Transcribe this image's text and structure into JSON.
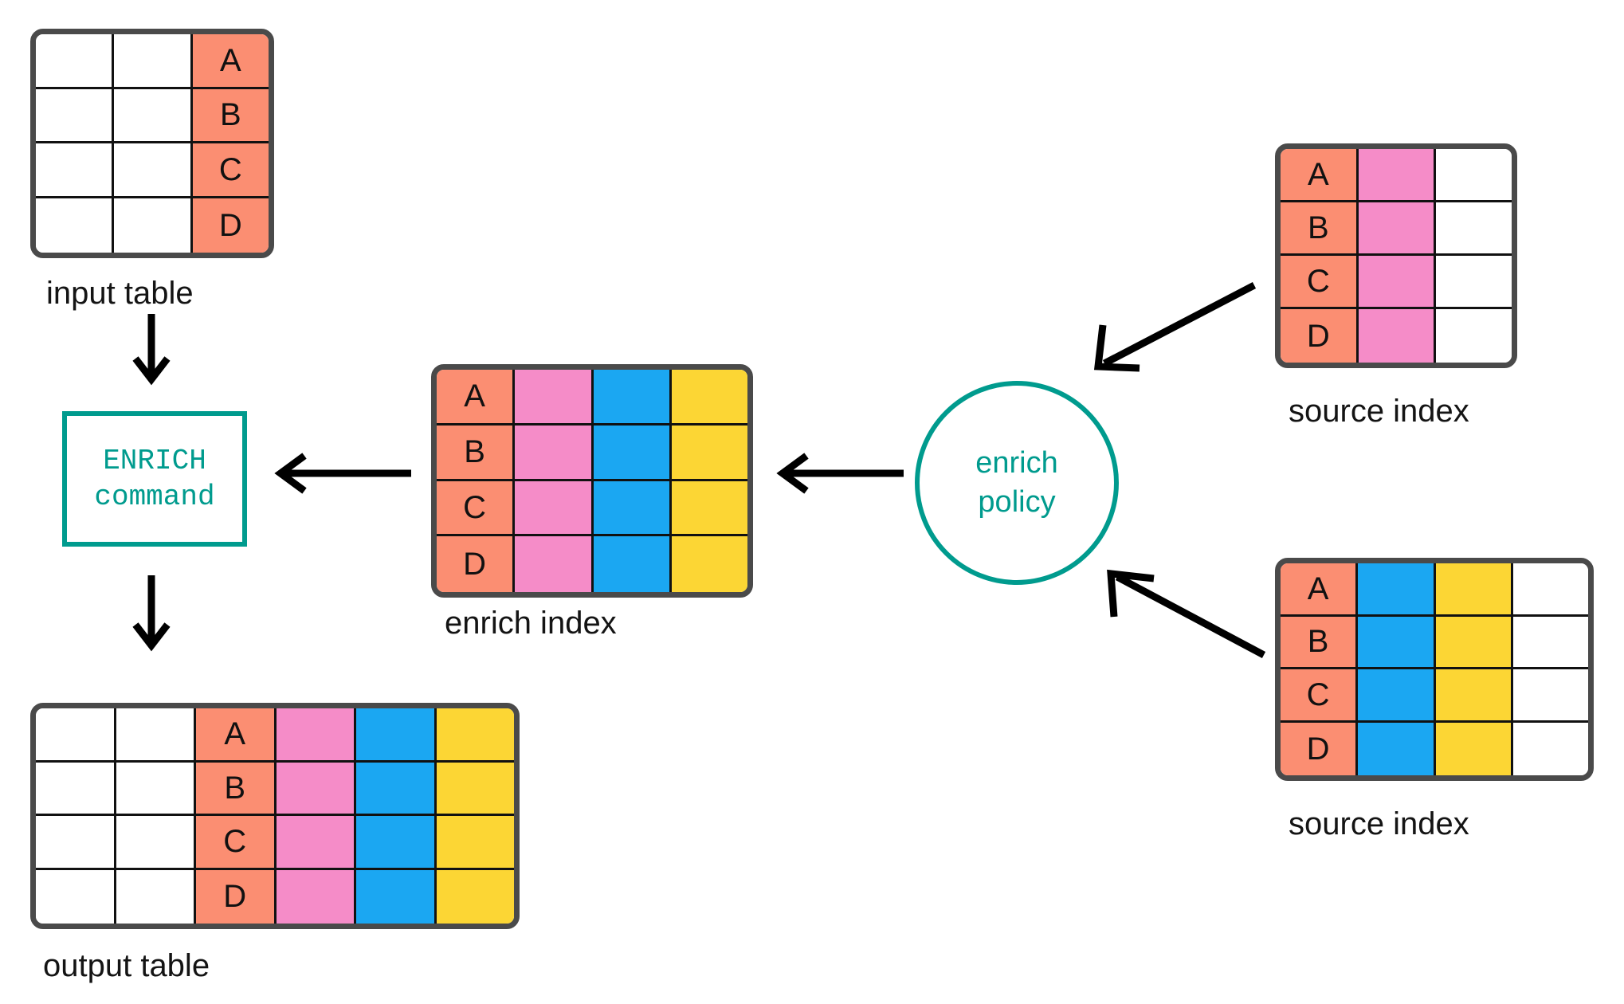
{
  "diagram": {
    "title": "ENRICH command enrich policy flow",
    "colors": {
      "salmon": "#FB8E72",
      "pink": "#F58CC8",
      "blue": "#1BA7F2",
      "yellow": "#FCD634",
      "teal": "#009B8E",
      "table_border": "#4a4a4a",
      "grid_line": "#111111",
      "arrow": "#000000"
    }
  },
  "input_table": {
    "caption": "input table",
    "columns": [
      "white",
      "white",
      "salmon"
    ],
    "rows": [
      {
        "cells": [
          {
            "fill": "white",
            "text": ""
          },
          {
            "fill": "white",
            "text": ""
          },
          {
            "fill": "salmon",
            "text": "A"
          }
        ]
      },
      {
        "cells": [
          {
            "fill": "white",
            "text": ""
          },
          {
            "fill": "white",
            "text": ""
          },
          {
            "fill": "salmon",
            "text": "B"
          }
        ]
      },
      {
        "cells": [
          {
            "fill": "white",
            "text": ""
          },
          {
            "fill": "white",
            "text": ""
          },
          {
            "fill": "salmon",
            "text": "C"
          }
        ]
      },
      {
        "cells": [
          {
            "fill": "white",
            "text": ""
          },
          {
            "fill": "white",
            "text": ""
          },
          {
            "fill": "salmon",
            "text": "D"
          }
        ]
      }
    ]
  },
  "enrich_command": {
    "line1": "ENRICH",
    "line2": "command"
  },
  "enrich_index": {
    "caption": "enrich index",
    "columns": [
      "salmon",
      "pink",
      "blue",
      "yellow"
    ],
    "rows": [
      {
        "cells": [
          {
            "fill": "salmon",
            "text": "A"
          },
          {
            "fill": "pink",
            "text": ""
          },
          {
            "fill": "blue",
            "text": ""
          },
          {
            "fill": "yellow",
            "text": ""
          }
        ]
      },
      {
        "cells": [
          {
            "fill": "salmon",
            "text": "B"
          },
          {
            "fill": "pink",
            "text": ""
          },
          {
            "fill": "blue",
            "text": ""
          },
          {
            "fill": "yellow",
            "text": ""
          }
        ]
      },
      {
        "cells": [
          {
            "fill": "salmon",
            "text": "C"
          },
          {
            "fill": "pink",
            "text": ""
          },
          {
            "fill": "blue",
            "text": ""
          },
          {
            "fill": "yellow",
            "text": ""
          }
        ]
      },
      {
        "cells": [
          {
            "fill": "salmon",
            "text": "D"
          },
          {
            "fill": "pink",
            "text": ""
          },
          {
            "fill": "blue",
            "text": ""
          },
          {
            "fill": "yellow",
            "text": ""
          }
        ]
      }
    ]
  },
  "enrich_policy": {
    "line1": "enrich",
    "line2": "policy"
  },
  "source_index_top": {
    "caption": "source index",
    "columns": [
      "salmon",
      "pink",
      "white"
    ],
    "rows": [
      {
        "cells": [
          {
            "fill": "salmon",
            "text": "A"
          },
          {
            "fill": "pink",
            "text": ""
          },
          {
            "fill": "white",
            "text": ""
          }
        ]
      },
      {
        "cells": [
          {
            "fill": "salmon",
            "text": "B"
          },
          {
            "fill": "pink",
            "text": ""
          },
          {
            "fill": "white",
            "text": ""
          }
        ]
      },
      {
        "cells": [
          {
            "fill": "salmon",
            "text": "C"
          },
          {
            "fill": "pink",
            "text": ""
          },
          {
            "fill": "white",
            "text": ""
          }
        ]
      },
      {
        "cells": [
          {
            "fill": "salmon",
            "text": "D"
          },
          {
            "fill": "pink",
            "text": ""
          },
          {
            "fill": "white",
            "text": ""
          }
        ]
      }
    ]
  },
  "source_index_bottom": {
    "caption": "source index",
    "columns": [
      "salmon",
      "blue",
      "yellow",
      "white"
    ],
    "rows": [
      {
        "cells": [
          {
            "fill": "salmon",
            "text": "A"
          },
          {
            "fill": "blue",
            "text": ""
          },
          {
            "fill": "yellow",
            "text": ""
          },
          {
            "fill": "white",
            "text": ""
          }
        ]
      },
      {
        "cells": [
          {
            "fill": "salmon",
            "text": "B"
          },
          {
            "fill": "blue",
            "text": ""
          },
          {
            "fill": "yellow",
            "text": ""
          },
          {
            "fill": "white",
            "text": ""
          }
        ]
      },
      {
        "cells": [
          {
            "fill": "salmon",
            "text": "C"
          },
          {
            "fill": "blue",
            "text": ""
          },
          {
            "fill": "yellow",
            "text": ""
          },
          {
            "fill": "white",
            "text": ""
          }
        ]
      },
      {
        "cells": [
          {
            "fill": "salmon",
            "text": "D"
          },
          {
            "fill": "blue",
            "text": ""
          },
          {
            "fill": "yellow",
            "text": ""
          },
          {
            "fill": "white",
            "text": ""
          }
        ]
      }
    ]
  },
  "output_table": {
    "caption": "output table",
    "columns": [
      "white",
      "white",
      "salmon",
      "pink",
      "blue",
      "yellow"
    ],
    "rows": [
      {
        "cells": [
          {
            "fill": "white",
            "text": ""
          },
          {
            "fill": "white",
            "text": ""
          },
          {
            "fill": "salmon",
            "text": "A"
          },
          {
            "fill": "pink",
            "text": ""
          },
          {
            "fill": "blue",
            "text": ""
          },
          {
            "fill": "yellow",
            "text": ""
          }
        ]
      },
      {
        "cells": [
          {
            "fill": "white",
            "text": ""
          },
          {
            "fill": "white",
            "text": ""
          },
          {
            "fill": "salmon",
            "text": "B"
          },
          {
            "fill": "pink",
            "text": ""
          },
          {
            "fill": "blue",
            "text": ""
          },
          {
            "fill": "yellow",
            "text": ""
          }
        ]
      },
      {
        "cells": [
          {
            "fill": "white",
            "text": ""
          },
          {
            "fill": "white",
            "text": ""
          },
          {
            "fill": "salmon",
            "text": "C"
          },
          {
            "fill": "pink",
            "text": ""
          },
          {
            "fill": "blue",
            "text": ""
          },
          {
            "fill": "yellow",
            "text": ""
          }
        ]
      },
      {
        "cells": [
          {
            "fill": "white",
            "text": ""
          },
          {
            "fill": "white",
            "text": ""
          },
          {
            "fill": "salmon",
            "text": "D"
          },
          {
            "fill": "pink",
            "text": ""
          },
          {
            "fill": "blue",
            "text": ""
          },
          {
            "fill": "yellow",
            "text": ""
          }
        ]
      }
    ]
  },
  "arrows": [
    {
      "name": "input-to-command",
      "direction": "down"
    },
    {
      "name": "command-to-output",
      "direction": "down"
    },
    {
      "name": "enrich-index-to-command",
      "direction": "left"
    },
    {
      "name": "policy-to-enrich-index",
      "direction": "left"
    },
    {
      "name": "source-index-top-to-policy",
      "direction": "down-left"
    },
    {
      "name": "source-index-bottom-to-policy",
      "direction": "up-left"
    }
  ]
}
